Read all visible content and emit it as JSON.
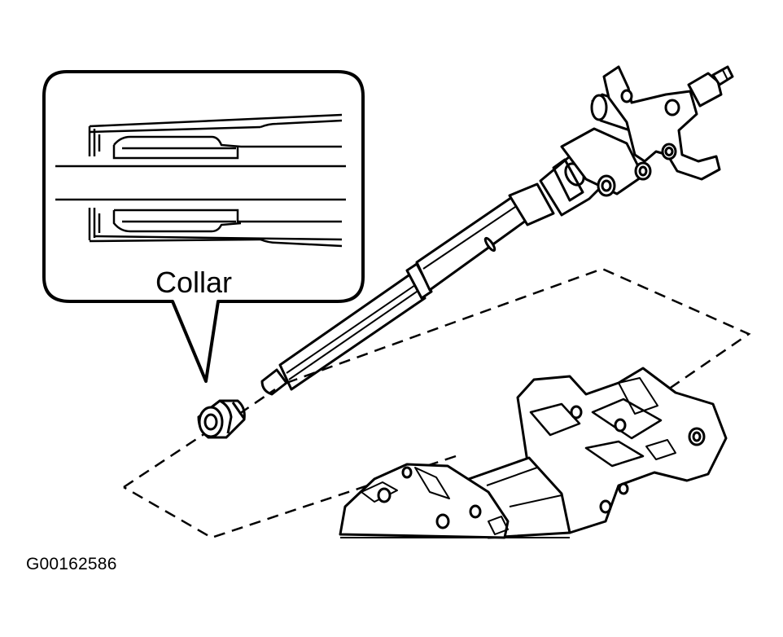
{
  "callout": {
    "label": "Collar"
  },
  "figure_id": "G00162586",
  "colors": {
    "ink": "#000000",
    "paper": "#ffffff"
  },
  "icons": [
    "steering-shaft",
    "collar-part",
    "column-housing",
    "detail-callout"
  ]
}
